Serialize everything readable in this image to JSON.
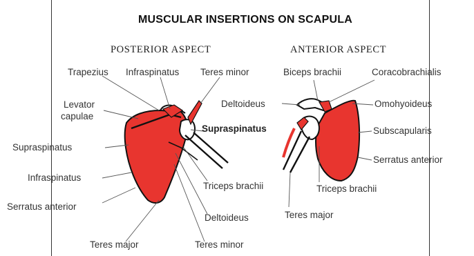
{
  "title": "MUSCULAR INSERTIONS ON SCAPULA",
  "posterior": {
    "heading": "POSTERIOR ASPECT",
    "labels": {
      "trapezius": "Trapezius",
      "infraspinatus_top": "Infraspinatus",
      "teres_minor_top": "Teres minor",
      "levator_1": "Levator",
      "levator_2": "capulae",
      "supraspinatus_left": "Supraspinatus",
      "supraspinatus_mid": "Supraspinatus",
      "infraspinatus_left": "Infraspinatus",
      "serratus_left": "Serratus anterior",
      "triceps_post": "Triceps brachii",
      "deltoideus_post": "Deltoideus",
      "teres_major_post": "Teres major",
      "teres_minor_bottom": "Teres minor"
    }
  },
  "anterior": {
    "heading": "ANTERIOR ASPECT",
    "labels": {
      "biceps": "Biceps brachii",
      "coracobrachialis": "Coracobrachialis",
      "deltoideus_ant": "Deltoideus",
      "omohyoideus": "Omohyoideus",
      "subscapularis": "Subscapularis",
      "serratus_right": "Serratus anterior",
      "triceps_ant": "Triceps brachii",
      "teres_major_ant": "Teres major"
    }
  },
  "colors": {
    "muscle": "#e8352f",
    "bone": "#111111",
    "leader": "#555555"
  }
}
